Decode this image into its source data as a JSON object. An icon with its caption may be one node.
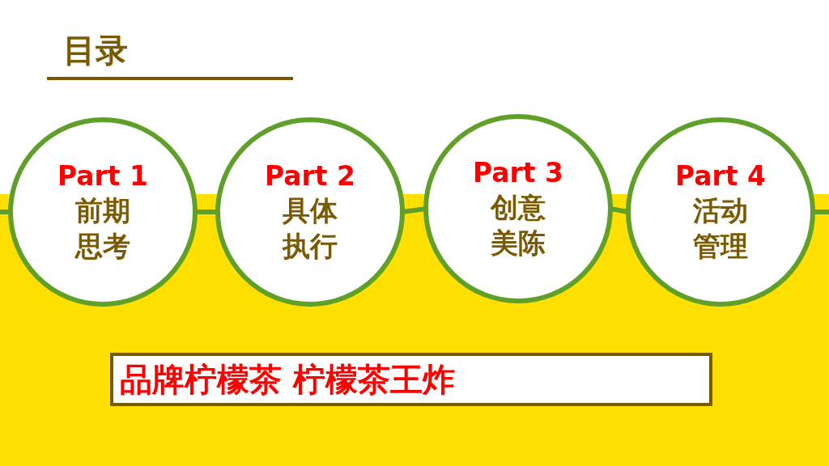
{
  "diagram": {
    "title": "目录",
    "nodes": [
      {
        "text": [
          "Part 1",
          "前期思考"
        ]
      },
      {
        "text": [
          "Part 2",
          "具体执行"
        ]
      },
      {
        "text": [
          "Part 3",
          "创意美陈"
        ]
      },
      {
        "text": [
          "Part 4",
          "活动管理"
        ]
      },
      {
        "text": [
          "品牌柠檬茶 柠檬茶王炸"
        ]
      }
    ],
    "edges": [
      {
        "from": null,
        "to": 0,
        "arrow": "none"
      },
      {
        "from": 0,
        "to": 1,
        "arrow": "none"
      },
      {
        "from": 1,
        "to": 2,
        "arrow": "none"
      },
      {
        "from": 2,
        "to": 3,
        "arrow": "none"
      },
      {
        "from": 3,
        "to": null,
        "arrow": "none"
      }
    ]
  }
}
